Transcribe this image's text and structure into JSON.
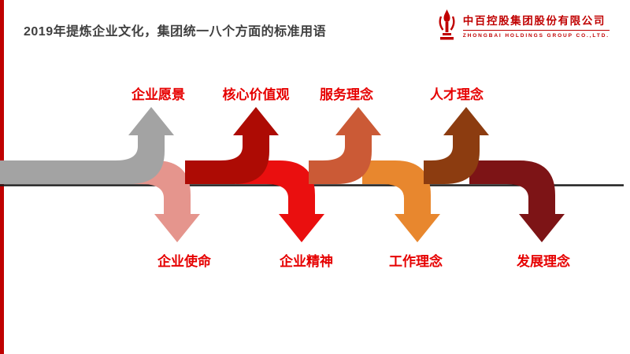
{
  "slide": {
    "title": "2019年提炼企业文化，集团统一八个方面的标准用语",
    "accent_bar_color": "#c00000",
    "background_color": "#ffffff"
  },
  "logo": {
    "company_cn": "中百控股集团股份有限公司",
    "company_en": "ZHONGBAI HOLDINGS GROUP CO.,LTD.",
    "color": "#c00000"
  },
  "diagram": {
    "label_color": "#e60000",
    "baseline_color": "#1f1f1f",
    "arrows": [
      {
        "label": "企业愿景",
        "direction": "up",
        "color": "#a3a3a3"
      },
      {
        "label": "企业使命",
        "direction": "down",
        "color": "#e5958d"
      },
      {
        "label": "核心价值观",
        "direction": "up",
        "color": "#ad0b04"
      },
      {
        "label": "企业精神",
        "direction": "down",
        "color": "#ea0f0f"
      },
      {
        "label": "服务理念",
        "direction": "up",
        "color": "#cb5a36"
      },
      {
        "label": "工作理念",
        "direction": "down",
        "color": "#e8872e"
      },
      {
        "label": "人才理念",
        "direction": "up",
        "color": "#8c3c10"
      },
      {
        "label": "发展理念",
        "direction": "down",
        "color": "#7d1416"
      }
    ]
  }
}
